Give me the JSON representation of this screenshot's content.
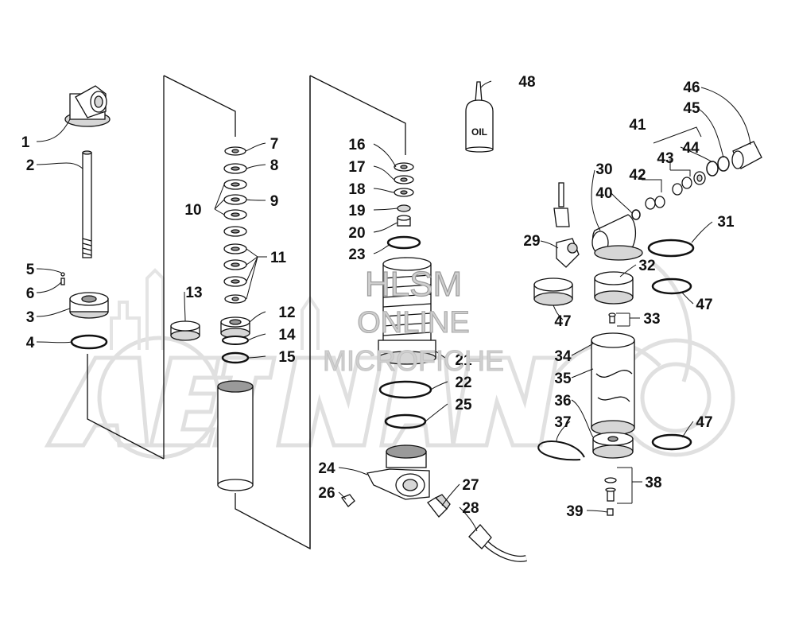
{
  "watermark": {
    "line1": "HLSM",
    "line2": "ONLINE",
    "line3": "MICROFICHE",
    "brand_color": "#d0d0d0"
  },
  "oil_label": "OIL",
  "callouts": [
    {
      "id": "1"
    },
    {
      "id": "2"
    },
    {
      "id": "3"
    },
    {
      "id": "4"
    },
    {
      "id": "5"
    },
    {
      "id": "6"
    },
    {
      "id": "7"
    },
    {
      "id": "8"
    },
    {
      "id": "9"
    },
    {
      "id": "10"
    },
    {
      "id": "11"
    },
    {
      "id": "12"
    },
    {
      "id": "13"
    },
    {
      "id": "14"
    },
    {
      "id": "15"
    },
    {
      "id": "16"
    },
    {
      "id": "17"
    },
    {
      "id": "18"
    },
    {
      "id": "19"
    },
    {
      "id": "20"
    },
    {
      "id": "21"
    },
    {
      "id": "22"
    },
    {
      "id": "23"
    },
    {
      "id": "24"
    },
    {
      "id": "25"
    },
    {
      "id": "26"
    },
    {
      "id": "27"
    },
    {
      "id": "28"
    },
    {
      "id": "29"
    },
    {
      "id": "30"
    },
    {
      "id": "31"
    },
    {
      "id": "32"
    },
    {
      "id": "33"
    },
    {
      "id": "34"
    },
    {
      "id": "35"
    },
    {
      "id": "36"
    },
    {
      "id": "37"
    },
    {
      "id": "38"
    },
    {
      "id": "39"
    },
    {
      "id": "40"
    },
    {
      "id": "41"
    },
    {
      "id": "42"
    },
    {
      "id": "43"
    },
    {
      "id": "44"
    },
    {
      "id": "45"
    },
    {
      "id": "46"
    },
    {
      "id": "47a"
    },
    {
      "id": "47b"
    },
    {
      "id": "47c"
    },
    {
      "id": "48"
    }
  ],
  "labels": {
    "n1": "1",
    "n2": "2",
    "n3": "3",
    "n4": "4",
    "n5": "5",
    "n6": "6",
    "n7": "7",
    "n8": "8",
    "n9": "9",
    "n10": "10",
    "n11": "11",
    "n12": "12",
    "n13": "13",
    "n14": "14",
    "n15": "15",
    "n16": "16",
    "n17": "17",
    "n18": "18",
    "n19": "19",
    "n20": "20",
    "n21": "21",
    "n22": "22",
    "n23": "23",
    "n24": "24",
    "n25": "25",
    "n26": "26",
    "n27": "27",
    "n28": "28",
    "n29": "29",
    "n30": "30",
    "n31": "31",
    "n32": "32",
    "n33": "33",
    "n34": "34",
    "n35": "35",
    "n36": "36",
    "n37": "37",
    "n38": "38",
    "n39": "39",
    "n40": "40",
    "n41": "41",
    "n42": "42",
    "n43": "43",
    "n44": "44",
    "n45": "45",
    "n46": "46",
    "n47a": "47",
    "n47b": "47",
    "n47c": "47",
    "n48": "48"
  }
}
